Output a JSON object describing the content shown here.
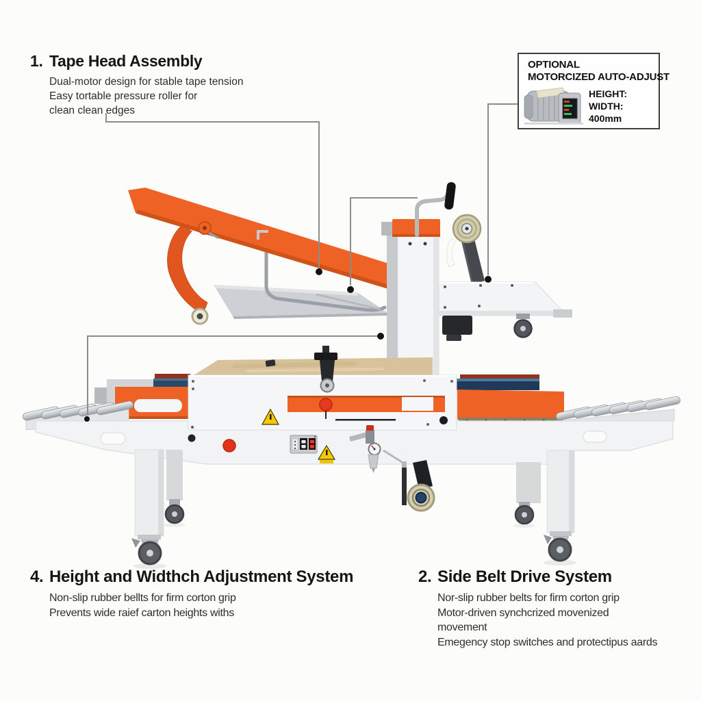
{
  "annotations": {
    "tape_head": {
      "number": "1.",
      "title": "Tape Head Assembly",
      "desc": [
        "Dual-motor design for stable tape tension",
        "Easy tortable pressure roller for",
        "clean clean edges"
      ]
    },
    "height_width": {
      "number": "4.",
      "title": "Height and Widthch Adjustment System",
      "desc": [
        "Non-slip rubber bellts for firm corton grip",
        "Prevents wide raief carton heights withs"
      ]
    },
    "side_belt": {
      "number": "2.",
      "title": "Side Belt Drive System",
      "desc": [
        "Nor-slip rubber belts for firm corton grip",
        "Motor-driven synchcrized movenized",
        "movement",
        "Emegency stop switches and protectipus aards"
      ]
    }
  },
  "optional_box": {
    "title_line1": "OPTIONAL",
    "title_line2": "MOTORCIZED AUTO-ADJUST",
    "spec1": "HEIGHT:",
    "spec2": "WIDTH:",
    "spec3": "400mm"
  },
  "colors": {
    "accent_orange": "#ee6325",
    "orange_shade": "#c7531b",
    "leader_gray": "#8c8c8c",
    "warning_yellow": "#f6c800",
    "emergency_red": "#e23318",
    "table_tan": "#d8c29c",
    "navy_block": "#1e3a58",
    "machine_white": "#f2f3f5"
  }
}
